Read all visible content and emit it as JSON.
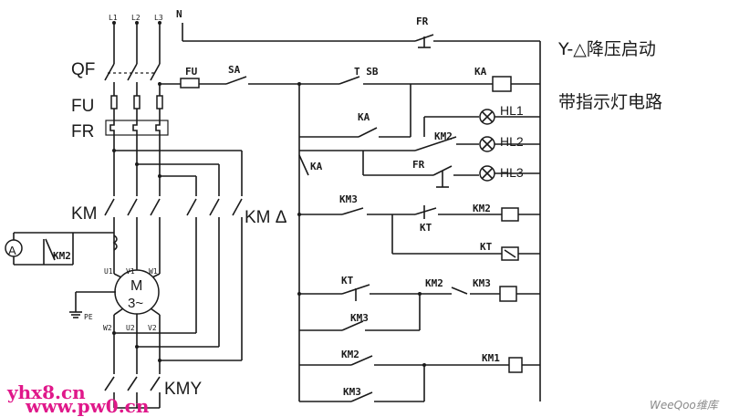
{
  "title": {
    "line1": "Y-△降压启动",
    "line2": "带指示灯电路"
  },
  "labels": {
    "phase_l1": "L1",
    "phase_l2": "L2",
    "phase_l3": "L3",
    "neutral": "N",
    "qf": "QF",
    "fu": "FU",
    "fr_left": "FR",
    "km": "KM",
    "km_delta": "KM Δ",
    "kmy": "KMY",
    "fu_small": "FU",
    "sa": "SA",
    "fr_top": "FR",
    "t_sb": "T SB",
    "ka_coil": "KA",
    "ka_contact1": "KA",
    "ka_contact2": "KA",
    "km2_hl2": "KM2",
    "fr_hl3": "FR",
    "hl1": "HL1",
    "hl2": "HL2",
    "hl3": "HL3",
    "km3_r5": "KM3",
    "kt_r5": "KT",
    "km2_coil": "KM2",
    "kt_coil": "KT",
    "kt_r7": "KT",
    "km2_r7": "KM2",
    "km3_coil": "KM3",
    "km3_r8": "KM3",
    "km2_r9": "KM2",
    "km1_coil": "KM1",
    "km3_r10": "KM3",
    "ammeter": "A",
    "km2_left": "KM2",
    "u1": "U1",
    "v1": "V1",
    "w1": "W1",
    "w2": "W2",
    "u2": "U2",
    "v2": "V2",
    "motor_m": "M",
    "motor_3": "3~",
    "pe": "PE"
  },
  "watermark": {
    "site1": "yhx8.cn",
    "site2": "www.pw0.cn",
    "brand": "WeeQoo维库"
  },
  "colors": {
    "line": "#1a1a1a",
    "watermark": "#e0188a",
    "brand": "#8a8a8a"
  }
}
